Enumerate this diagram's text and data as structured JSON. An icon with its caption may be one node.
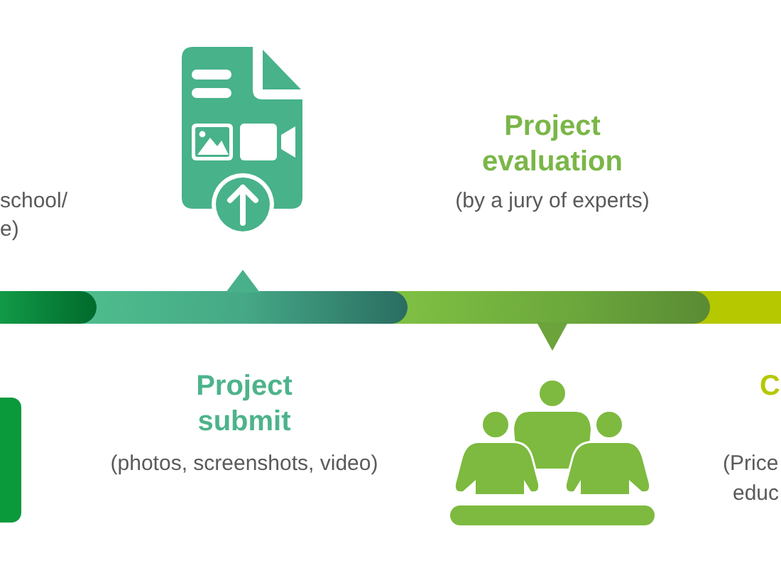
{
  "diagram": {
    "nodes": [
      {
        "text": [],
        "shape": "bar",
        "beside": [
          "school/",
          "e)"
        ]
      },
      {
        "text": [],
        "shape": "bar",
        "beside": [
          "Project submit",
          "(photos, screenshots, video)"
        ]
      },
      {
        "text": [],
        "shape": "bar",
        "beside": [
          "Project evaluation",
          "(by a jury of experts)"
        ]
      },
      {
        "text": [],
        "shape": "bar",
        "beside": [
          "C",
          "(Price",
          "educ"
        ]
      }
    ]
  }
}
